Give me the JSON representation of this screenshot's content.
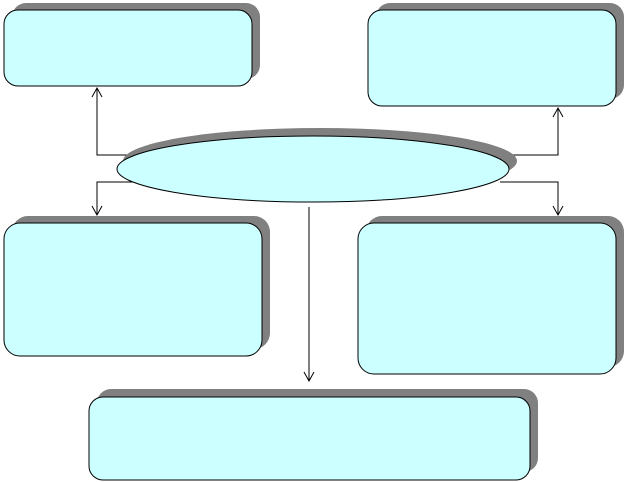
{
  "diagram": {
    "colors": {
      "box_fill": "#ccffff",
      "box_stroke": "#000000",
      "shadow": "#808080",
      "connector": "#000000",
      "background": "#ffffff"
    },
    "nodes": {
      "center": {
        "shape": "ellipse",
        "label": ""
      },
      "top_left": {
        "shape": "rounded-rectangle",
        "label": ""
      },
      "top_right": {
        "shape": "rounded-rectangle",
        "label": ""
      },
      "middle_left": {
        "shape": "rounded-rectangle",
        "label": ""
      },
      "middle_right": {
        "shape": "rounded-rectangle",
        "label": ""
      },
      "bottom": {
        "shape": "rounded-rectangle",
        "label": ""
      }
    },
    "edges": [
      {
        "from": "center",
        "to": "top_left",
        "arrow": "end"
      },
      {
        "from": "center",
        "to": "top_right",
        "arrow": "end"
      },
      {
        "from": "center",
        "to": "middle_left",
        "arrow": "end"
      },
      {
        "from": "center",
        "to": "middle_right",
        "arrow": "end"
      },
      {
        "from": "center",
        "to": "bottom",
        "arrow": "end"
      }
    ]
  }
}
